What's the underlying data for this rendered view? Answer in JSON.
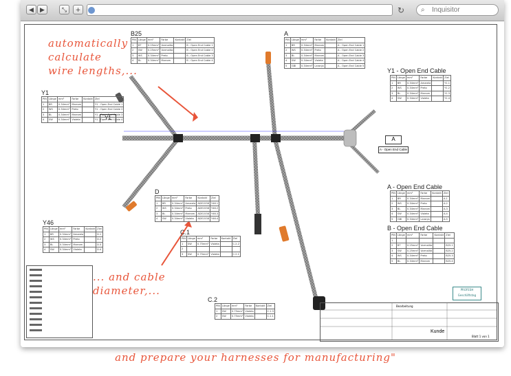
{
  "browser": {
    "nav_back": "◀",
    "nav_forward": "▶",
    "shrink": "⤡",
    "add_tab": "+",
    "reload": "↻",
    "search_placeholder": "Inquisitor"
  },
  "annotations": {
    "top": [
      "automatically",
      "calculate",
      "wire lengths,..."
    ],
    "middle": [
      "... and cable",
      "diameter,..."
    ],
    "bottom": "and prepare your harnesses for manufacturing\""
  },
  "tables": {
    "B25": {
      "title": "B25",
      "header": [
        "PIN",
        "Länge",
        "mm²",
        "Farbe",
        "Kontakt",
        "Ziel"
      ],
      "rows": [
        [
          "1",
          "BT",
          "0.25mm²",
          "Vormalita",
          "",
          "B - Open End Cable 1"
        ],
        [
          "2",
          "SW",
          "0.25mm²",
          "Vormalita",
          "",
          "B - Open End Cable 2"
        ],
        [
          "3",
          "WS",
          "0.34mm²",
          "Preto",
          "",
          "B - Open End Cable 3"
        ],
        [
          "4",
          "BL",
          "0.34mm²",
          "Marrom",
          "",
          "B - Open End Cable 4"
        ]
      ]
    },
    "A": {
      "title": "A",
      "header": [
        "PIN",
        "Länge",
        "mm²",
        "Farbe",
        "Kontakt",
        "Ziel"
      ],
      "rows": [
        [
          "1",
          "BR",
          "0.34mm²",
          "Marrom",
          "",
          "A - Open End Cable 1"
        ],
        [
          "2",
          "WS",
          "0.34mm²",
          "Preto",
          "",
          "A - Open End Cable 2"
        ],
        [
          "3",
          "BL",
          "0.34mm²",
          "Marrom",
          "",
          "A - Open End Cable 3"
        ],
        [
          "4",
          "SW",
          "0.34mm²",
          "Violeta",
          "",
          "A - Open End Cable 4"
        ],
        [
          "5",
          "GBI",
          "0.34mm²",
          "Laranja",
          "",
          "A - Open End Cable 5"
        ]
      ]
    },
    "Y1": {
      "title": "Y1",
      "header": [
        "PIN",
        "Länge",
        "mm²",
        "Farbe",
        "Kontakt",
        "Ziel"
      ],
      "rows": [
        [
          "1",
          "BR",
          "0.34mm²",
          "Marrom",
          "",
          "Y1 - Open End Cable 1"
        ],
        [
          "2",
          "WS",
          "0.34mm²",
          "Preto",
          "",
          "Y1 - Open End Cable 2"
        ],
        [
          "3",
          "BL",
          "0.34mm²",
          "Marrom",
          "",
          "Y1 - Open End Cable 3"
        ],
        [
          "4",
          "SW",
          "0.34mm²",
          "Violeta",
          "",
          "Y1 - Open End Cable 4"
        ]
      ]
    },
    "Y1_OEC": {
      "title": "Y1 - Open End Cable",
      "header": [
        "PIN",
        "Länge",
        "mm²",
        "Farbe",
        "Kontakt",
        "Ziel"
      ],
      "rows": [
        [
          "1",
          "BR",
          "0.34mm²",
          "Amarela",
          "",
          "Y1.1"
        ],
        [
          "2",
          "WS",
          "0.34mm²",
          "Preto",
          "",
          "Y1.2"
        ],
        [
          "3",
          "BL",
          "0.34mm²",
          "Marrom",
          "",
          "Y1.3"
        ],
        [
          "4",
          "SW",
          "0.34mm²",
          "Violeta",
          "",
          "Y1.4"
        ]
      ]
    },
    "D": {
      "title": "D",
      "header": [
        "PIN",
        "Länge",
        "mm²",
        "Farbe",
        "Kontakt",
        "Ziel"
      ],
      "rows": [
        [
          "1",
          "BR",
          "0.34mm²",
          "Amarela",
          "ADE1538",
          "Y46.1"
        ],
        [
          "2",
          "WS",
          "0.34mm²",
          "Preto",
          "ADE1538",
          "Y46.2"
        ],
        [
          "3",
          "BL",
          "0.34mm²",
          "Marrom",
          "ADE1538",
          "Y46.3"
        ],
        [
          "4",
          "SW",
          "0.34mm²",
          "Violeta",
          "ADE1538",
          "Y46.4"
        ]
      ]
    },
    "A_OEC": {
      "title": "A - Open End Cable",
      "header": [
        "PIN",
        "Länge",
        "mm²",
        "Farbe",
        "Kontakt",
        "Ziel"
      ],
      "rows": [
        [
          "1",
          "BR",
          "0.34mm²",
          "Marrom",
          "",
          "A.1"
        ],
        [
          "2",
          "WS",
          "0.34mm²",
          "Preto",
          "",
          "A.2"
        ],
        [
          "3",
          "BL",
          "0.34mm²",
          "Marrom",
          "",
          "A.3"
        ],
        [
          "4",
          "SW",
          "0.34mm²",
          "Violeta",
          "",
          "A.4"
        ],
        [
          "5",
          "GBI",
          "0.34mm²",
          "Laranja",
          "",
          "A.5"
        ]
      ]
    },
    "Y46": {
      "title": "Y46",
      "header": [
        "PIN",
        "Länge",
        "mm²",
        "Farbe",
        "Kontakt",
        "Ziel"
      ],
      "rows": [
        [
          "1",
          "BR",
          "0.34mm²",
          "Amarela",
          "",
          "D.1"
        ],
        [
          "2",
          "WS",
          "0.34mm²",
          "Preto",
          "",
          "D.2"
        ],
        [
          "3",
          "BL",
          "0.34mm²",
          "Marrom",
          "",
          "D.3"
        ],
        [
          "4",
          "SW",
          "0.34mm²",
          "Violeta",
          "",
          "D.4"
        ]
      ]
    },
    "B_OEC": {
      "title": "B - Open End Cable",
      "header": [
        "PIN",
        "Länge",
        "mm²",
        "Farbe",
        "Kontakt",
        "Ziel"
      ],
      "rows": [
        [
          "1",
          "",
          "",
          "",
          "",
          ""
        ],
        [
          "2",
          "BT",
          "0.25mm²",
          "Vormalita",
          "",
          "B25.1"
        ],
        [
          "3",
          "SW",
          "0.25mm²",
          "Vormalita",
          "",
          "B25.2"
        ],
        [
          "4",
          "WS",
          "0.34mm²",
          "Preto",
          "",
          "B25.3"
        ],
        [
          "5",
          "BL",
          "0.34mm²",
          "Marrom",
          "",
          "B25.4"
        ]
      ]
    },
    "C1": {
      "title": "C.1",
      "header": [
        "PIN",
        "Länge",
        "mm²",
        "Farbe",
        "Kontakt",
        "Ziel"
      ],
      "rows": [
        [
          "1",
          "SW",
          "0.75mm²",
          "Violeta",
          "",
          "C.2.2"
        ],
        [
          "2",
          "",
          "",
          "",
          "",
          ""
        ],
        [
          "3",
          "SW",
          "0.75mm²",
          "Violeta",
          "",
          "C.2.1"
        ]
      ]
    },
    "C2": {
      "title": "C.2",
      "header": [
        "PIN",
        "Länge",
        "mm²",
        "Farbe",
        "Kontakt",
        "Ziel"
      ],
      "rows": [
        [
          "1",
          "SW",
          "0.75mm²",
          "Violeta",
          "",
          "C.1.3"
        ],
        [
          "2",
          "SW",
          "0.75mm²",
          "Violeta",
          "",
          "C.1.1"
        ]
      ]
    }
  },
  "connector_tags": {
    "y1": "Y1",
    "a": "A",
    "a_oec_label": "A - Open End Cable"
  },
  "stamp": {
    "line1": "PROFESH",
    "line2": "Geschäftstag"
  },
  "titleblock": {
    "customer": "Kunde",
    "name_label": "Bearbeitung",
    "sheet": "Blatt 1 von 1"
  },
  "colors": {
    "annotation": "#e8553a",
    "cable": "#8c8c8c",
    "connector_orange": "#e07a2c",
    "dimension": "#3a3aff"
  }
}
